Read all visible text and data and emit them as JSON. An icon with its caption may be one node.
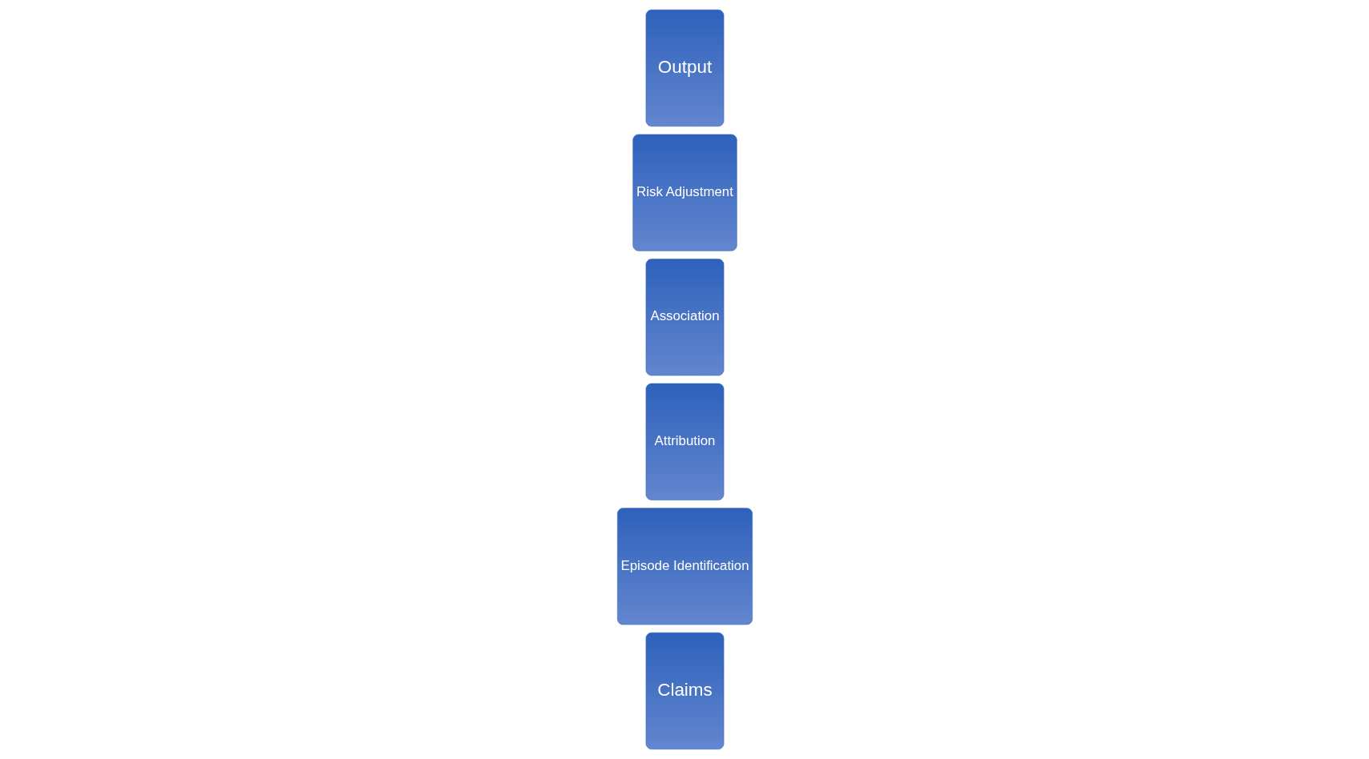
{
  "diagram": {
    "nodes": [
      {
        "text": [
          "Claims"
        ]
      },
      {
        "text": [
          "Episode Identification"
        ]
      },
      {
        "text": [
          "Attribution"
        ]
      },
      {
        "text": [
          "Association"
        ]
      },
      {
        "text": [
          "Risk Adjustment"
        ]
      },
      {
        "text": [
          "Output"
        ]
      }
    ]
  }
}
